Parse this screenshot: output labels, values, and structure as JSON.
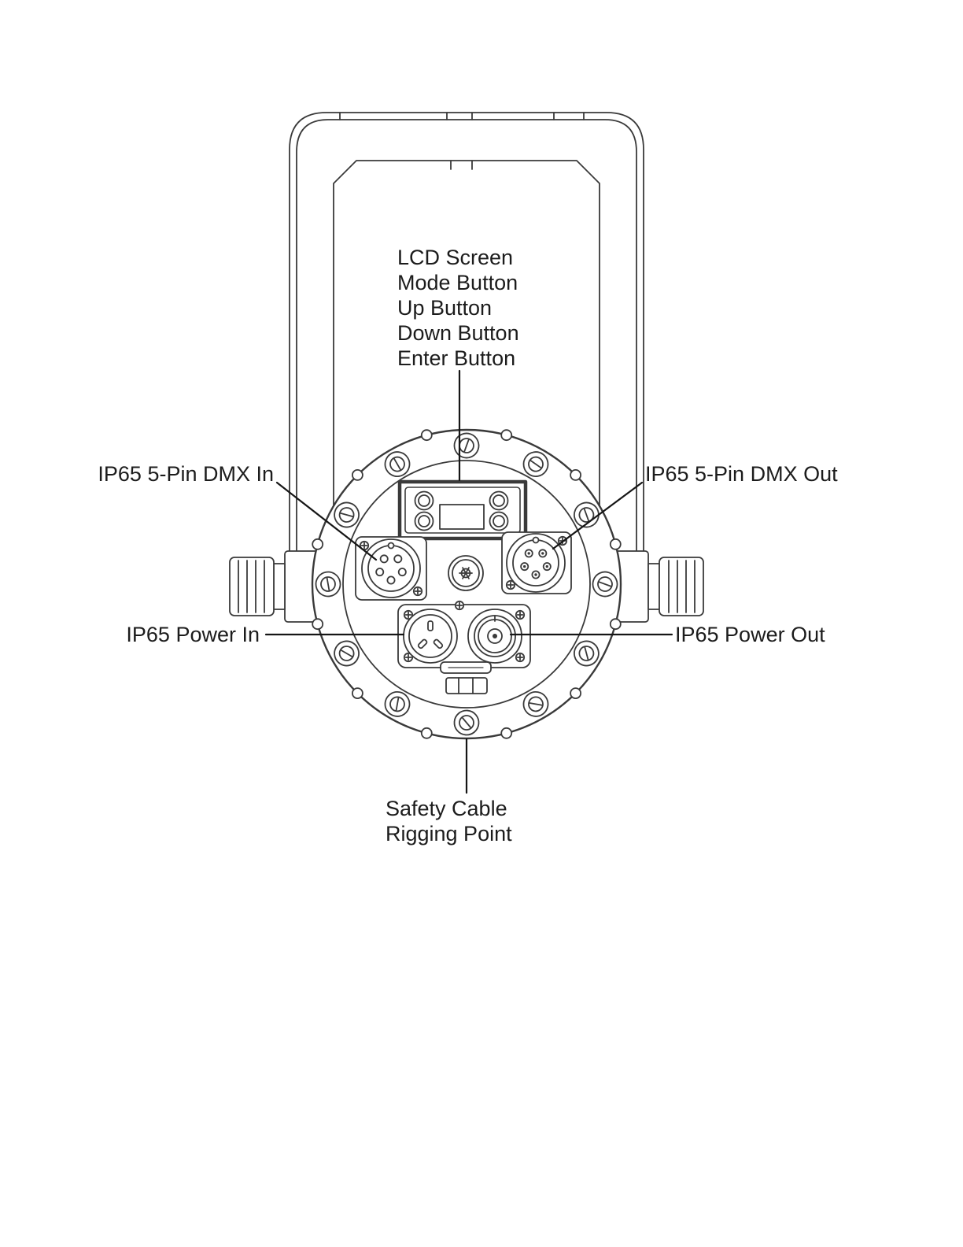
{
  "diagram": {
    "labels": {
      "lcd": [
        "LCD Screen",
        "Mode Button",
        "Up Button",
        "Down Button",
        "Enter Button"
      ],
      "dmx_in": "IP65 5-Pin DMX In",
      "dmx_out": "IP65 5-Pin DMX Out",
      "power_in": "IP65 Power In",
      "power_out": "IP65 Power Out",
      "safety": [
        "Safety Cable",
        "Rigging Point"
      ]
    }
  }
}
